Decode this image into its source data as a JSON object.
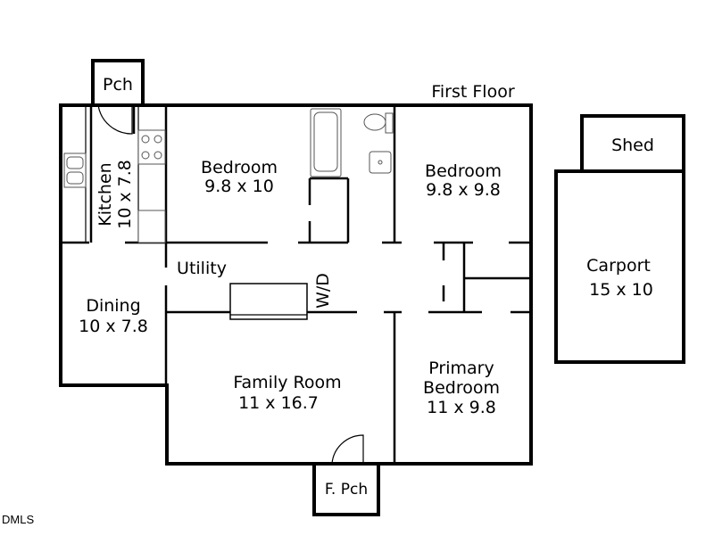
{
  "floor_title": "First Floor",
  "rooms": {
    "porch_top": "Pch",
    "kitchen": {
      "name": "Kitchen",
      "size": "10 x 7.8"
    },
    "bedroom_left": {
      "name": "Bedroom",
      "size": "9.8 x 10"
    },
    "bedroom_right": {
      "name": "Bedroom",
      "size": "9.8 x 9.8"
    },
    "utility": "Utility",
    "washer_dryer": "W/D",
    "dining": {
      "name": "Dining",
      "size": "10 x 7.8"
    },
    "family_room": {
      "name": "Family Room",
      "size": "11 x 16.7"
    },
    "primary_bedroom": {
      "name1": "Primary",
      "name2": "Bedroom",
      "size": "11 x 9.8"
    },
    "front_porch": "F. Pch",
    "shed": "Shed",
    "carport": {
      "name": "Carport",
      "size": "15 x 10"
    }
  },
  "watermark": "DMLS"
}
